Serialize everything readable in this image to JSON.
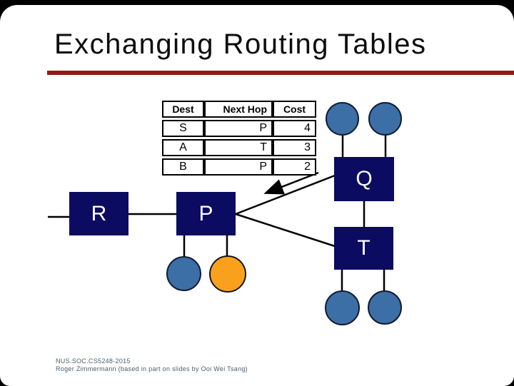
{
  "slide": {
    "title": "Exchanging Routing Tables",
    "footer": {
      "line1": "NUS.SOC.CS5248-2015",
      "line2": "Roger Zimmermann (based in part on slides by Ooi Wei Tsang)"
    }
  },
  "routing_table": {
    "headers": [
      "Dest",
      "Next Hop",
      "Cost"
    ],
    "rows": [
      [
        "S",
        "P",
        "4"
      ],
      [
        "A",
        "T",
        "3"
      ],
      [
        "B",
        "P",
        "2"
      ]
    ]
  },
  "diagram": {
    "nodes": [
      {
        "label": "R"
      },
      {
        "label": "P"
      },
      {
        "label": "Q"
      },
      {
        "label": "T"
      }
    ]
  },
  "colors": {
    "router_fill": "#0b0b61",
    "host_blue": "#3c6fa5",
    "host_orange": "#f9a11d",
    "title_rule_red": "#8e1b12",
    "link_line": "#000000"
  }
}
